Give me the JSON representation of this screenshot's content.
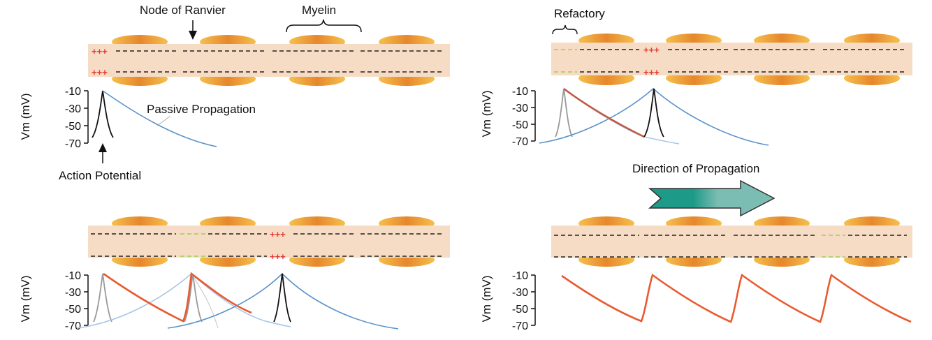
{
  "labels": {
    "node_of_ranvier": "Node of Ranvier",
    "myelin": "Myelin",
    "passive_propagation": "Passive Propagation",
    "action_potential": "Action Potential",
    "refractory": "Refactory",
    "direction": "Direction of Propagation",
    "plus": "+++"
  },
  "axis": {
    "ylabel": "Vm (mV)",
    "ticks": [
      "-10",
      "-30",
      "-50",
      "-70"
    ]
  },
  "colors": {
    "axon": "#f6dcc4",
    "myelin_light": "#f7c35a",
    "myelin_dark": "#e07a2a",
    "membrane": "#222222",
    "refractory_membrane": "#9ccf55",
    "plus": "#e53935",
    "passive": "#5b93c9",
    "passive_faded": "#a9c6e6",
    "propagating": "#e85a30",
    "ap_black": "#111111",
    "ap_gray": "#999999",
    "arrow": "#1e9a88"
  }
}
